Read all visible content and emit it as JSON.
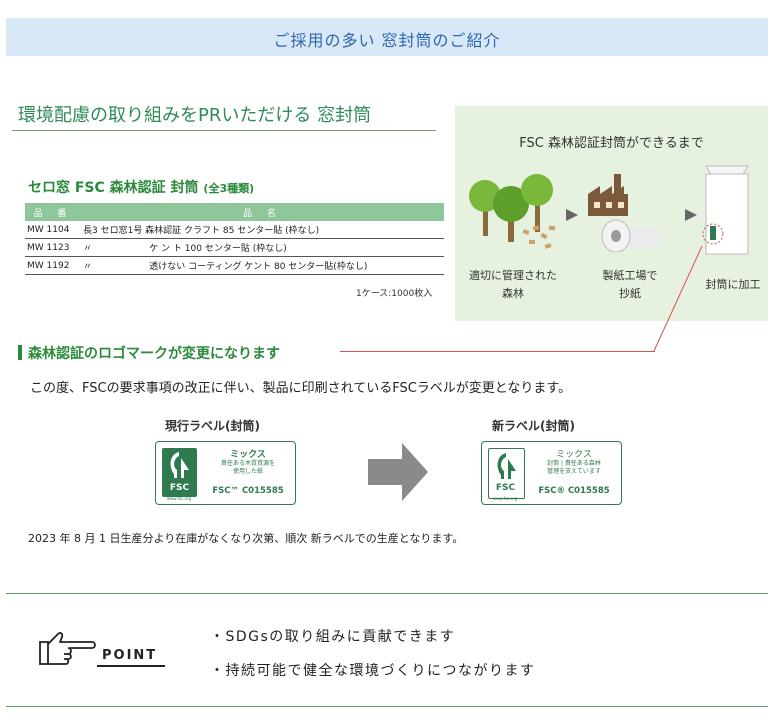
{
  "banner": {
    "title": "ご採用の多い 窓封筒のご紹介"
  },
  "section": {
    "title": "環境配慮の取り組みをPRいただける 窓封筒"
  },
  "product": {
    "title": "セロ窓 FSC 森林認証 封筒",
    "subtitle": "(全3種類)",
    "headers": {
      "code": "品 番",
      "name": "品 名"
    },
    "rows": [
      {
        "code": "MW 1104",
        "name": "長3 セロ窓1号 森林認証 クラフト 85 センター貼 (枠なし)"
      },
      {
        "code": "MW 1123",
        "name": "〃                    ケ ン ト 100 センター貼 (枠なし)"
      },
      {
        "code": "MW 1192",
        "name": "〃                    透けない コーティング ケント 80 センター貼(枠なし)"
      }
    ],
    "case_note": "1ケース:1000枚入"
  },
  "process": {
    "title": "FSC 森林認証封筒ができるまで",
    "stage1": {
      "line1": "適切に管理された",
      "line2": "森林"
    },
    "stage2": {
      "line1": "製紙工場で",
      "line2": "抄紙"
    },
    "stage3": {
      "line1": "封筒に加工"
    }
  },
  "logo_change": {
    "heading": "森林認証のロゴマークが変更になります",
    "intro": "この度、FSCの要求事項の改正に伴い、製品に印刷されているFSCラベルが変更となります。",
    "current": {
      "caption": "現行ラベル(封筒)",
      "fsc": "FSC",
      "url": "www.fsc.org",
      "mix": "ミックス",
      "desc_line1": "責任ある木質資源を",
      "desc_line2": "使用した紙",
      "code": "FSC™ C015585"
    },
    "new": {
      "caption": "新ラベル(封筒)",
      "fsc": "FSC",
      "url": "www.fsc.org",
      "mix": "ミックス",
      "desc_line1": "封筒 | 責任ある森林",
      "desc_line2": "管理を支えています",
      "code": "FSC® C015585"
    },
    "note": "2023 年 8 月 1 日生産分より在庫がなくなり次第、順次 新ラベルでの生産となります。"
  },
  "point": {
    "label": "POINT",
    "items": [
      "・SDGsの取り組みに貢献できます",
      "・持続可能で健全な環境づくりにつながります"
    ]
  },
  "colors": {
    "banner_bg": "#d9e8f6",
    "banner_text": "#2d67b0",
    "accent_green": "#2a8a3a",
    "panel_bg": "#e6f1df",
    "fsc_green": "#2f7a4e",
    "red_line": "#d9534f"
  }
}
